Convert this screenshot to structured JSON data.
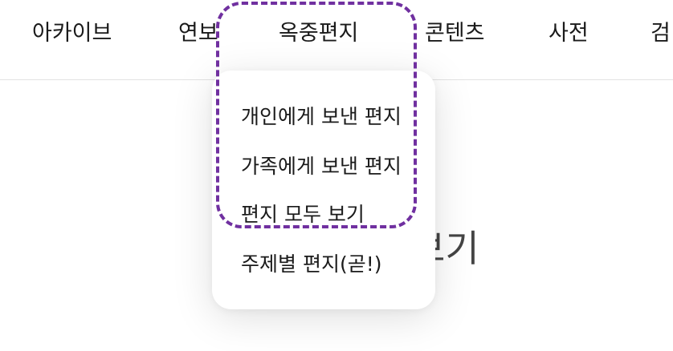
{
  "nav": {
    "items": [
      {
        "label": "아카이브"
      },
      {
        "label": "연보"
      },
      {
        "label": "옥중편지"
      },
      {
        "label": "콘텐츠"
      },
      {
        "label": "사전"
      },
      {
        "label": "검"
      }
    ]
  },
  "dropdown": {
    "items": [
      {
        "label": "개인에게 보낸 편지"
      },
      {
        "label": "가족에게 보낸 편지"
      },
      {
        "label": "편지 모두 보기"
      },
      {
        "label": "주제별 편지(곧!)"
      }
    ]
  },
  "background": {
    "heading_fragment": "보기"
  },
  "highlight": {
    "color": "#7030a0"
  }
}
